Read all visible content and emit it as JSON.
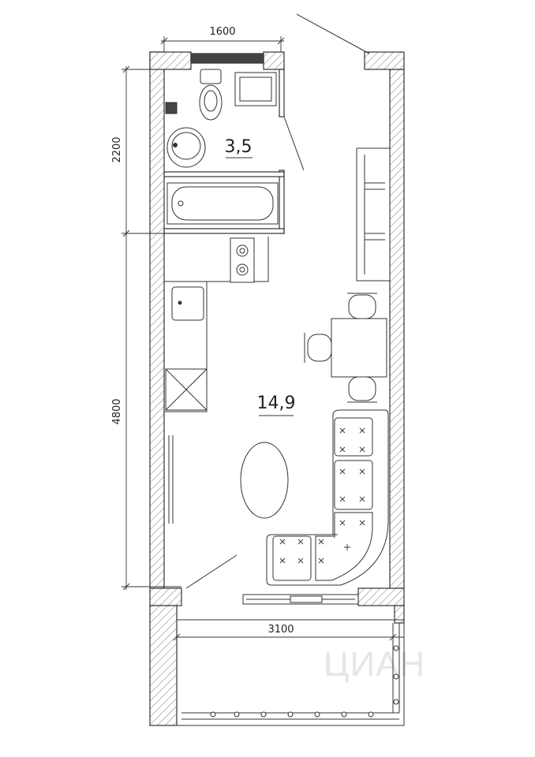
{
  "plan": {
    "dimensions": {
      "top_width": "1600",
      "bathroom_height": "2200",
      "room_height": "4800",
      "balcony_width": "3100"
    },
    "areas": {
      "bathroom": "3,5",
      "main_room": "14,9"
    },
    "watermark": "ЦИАН",
    "colors": {
      "wall_hatch": "#8c8c8c",
      "line": "#333333",
      "background": "#ffffff"
    }
  }
}
